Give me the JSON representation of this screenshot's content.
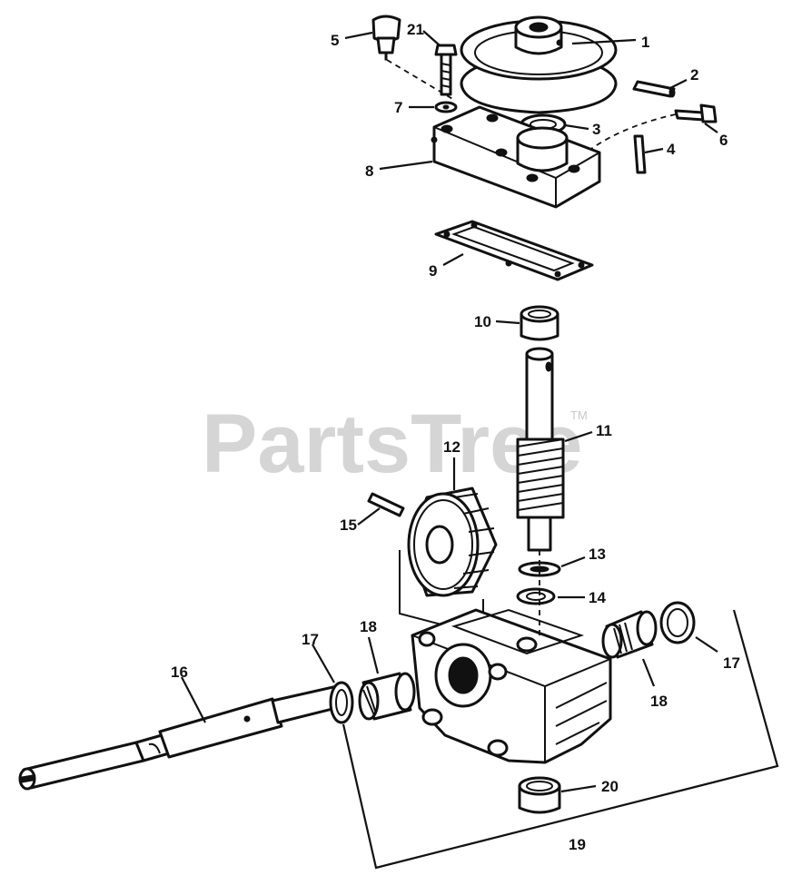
{
  "watermark": {
    "text": "PartsTree",
    "tm": "TM"
  },
  "callouts": [
    {
      "id": "c1",
      "label": "1"
    },
    {
      "id": "c2",
      "label": "2"
    },
    {
      "id": "c3",
      "label": "3"
    },
    {
      "id": "c4",
      "label": "4"
    },
    {
      "id": "c5",
      "label": "5"
    },
    {
      "id": "c6",
      "label": "6"
    },
    {
      "id": "c7",
      "label": "7"
    },
    {
      "id": "c8",
      "label": "8"
    },
    {
      "id": "c9",
      "label": "9"
    },
    {
      "id": "c10",
      "label": "10"
    },
    {
      "id": "c11",
      "label": "11"
    },
    {
      "id": "c12",
      "label": "12"
    },
    {
      "id": "c13",
      "label": "13"
    },
    {
      "id": "c14",
      "label": "14"
    },
    {
      "id": "c15",
      "label": "15"
    },
    {
      "id": "c16",
      "label": "16"
    },
    {
      "id": "c17a",
      "label": "17"
    },
    {
      "id": "c17b",
      "label": "17"
    },
    {
      "id": "c18a",
      "label": "18"
    },
    {
      "id": "c18b",
      "label": "18"
    },
    {
      "id": "c19",
      "label": "19"
    },
    {
      "id": "c20",
      "label": "20"
    },
    {
      "id": "c21",
      "label": "21"
    }
  ]
}
